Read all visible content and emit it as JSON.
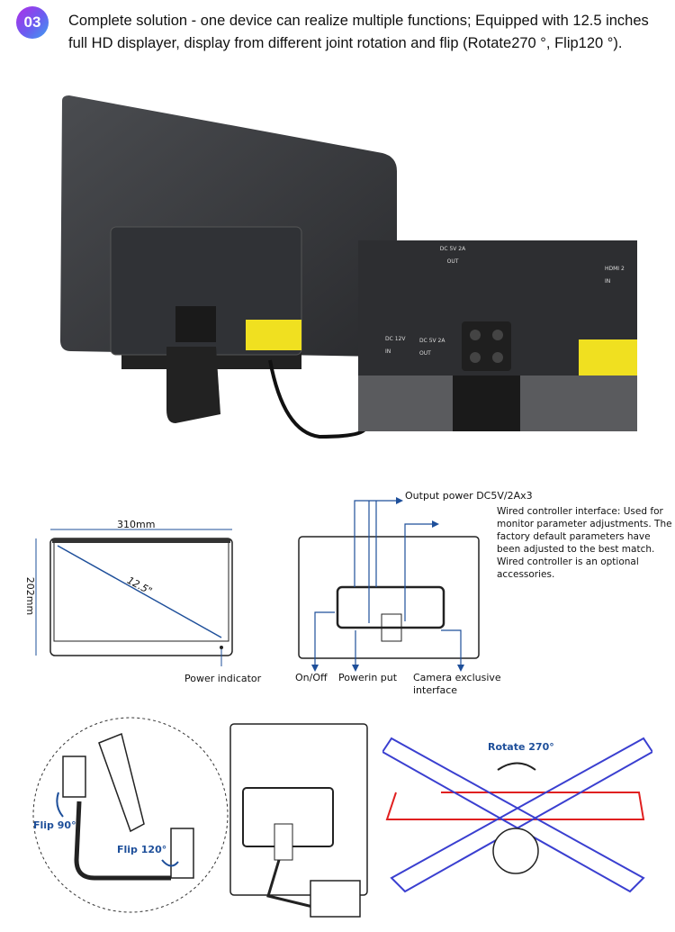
{
  "header": {
    "badge": "03",
    "text": "Complete solution - one device can realize multiple functions; Equipped with 12.5 inches full HD displayer, display from different joint rotation and flip (Rotate270 °, Flip120 °)."
  },
  "dimensions": {
    "width": "310mm",
    "height": "202mm",
    "diagonal": "12.5\"",
    "power_indicator": "Power indicator"
  },
  "interfaces": {
    "output_power": "Output power DC5V/2Ax3",
    "wired_controller": "Wired controller interface: Used for monitor parameter adjustments. The factory default parameters have been adjusted to the best match. Wired controller is an optional  accessories.",
    "on_off": "On/Off",
    "power_input": "Powerin put",
    "camera": "Camera exclusive interface"
  },
  "photo_labels": {
    "dc12v": "DC 12V IN",
    "dc5v_out": "DC 5V 2A OUT",
    "hdmi": "HDMI 2 IN"
  },
  "rotation": {
    "flip90": "Flip 90°",
    "flip120": "Flip 120°",
    "rotate270": "Rotate 270°"
  },
  "colors": {
    "accent_blue": "#1e4f9a",
    "rotate_blue": "#3a3fd0",
    "rotate_red": "#e02020"
  }
}
